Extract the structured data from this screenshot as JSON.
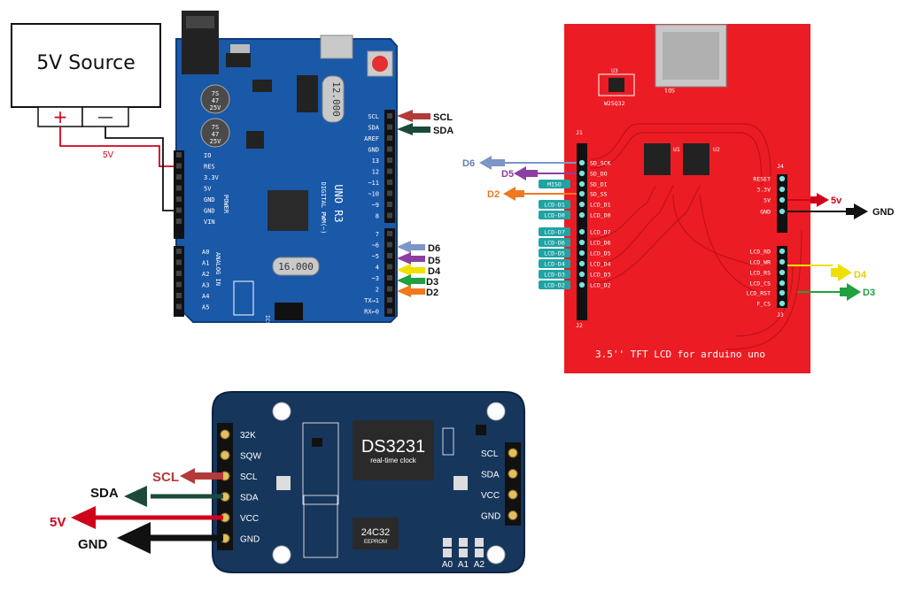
{
  "source": {
    "title": "5V Source",
    "plus": "+",
    "minus": "—",
    "wire_label": "5V"
  },
  "arduino": {
    "title": "UNO R3",
    "subtitle": "DIGITAL PWM(~)",
    "power_header_title": "POWER",
    "analog_header_title": "ANALOG IN",
    "power_pins": [
      "IO",
      "RES",
      "3.3V",
      "5V",
      "GND",
      "GND",
      "VIN"
    ],
    "analog_pins": [
      "A0",
      "A1",
      "A2",
      "A3",
      "A4",
      "A5"
    ],
    "top_pins": [
      "SCL",
      "SDA",
      "AREF",
      "GND",
      "13",
      "12",
      "~11",
      "~10",
      "~9",
      "8"
    ],
    "bottom_pins": [
      "7",
      "~6",
      "~5",
      "4",
      "~3",
      "2",
      "TX→1",
      "RX←0"
    ],
    "crystal": "16.000",
    "osc": "12.000",
    "caps": [
      "7S",
      "47",
      "25V"
    ],
    "icsp": "ICSP",
    "labels": {
      "scl": "SCL",
      "sda": "SDA",
      "d6": "D6",
      "d5": "D5",
      "d4": "D4",
      "d3": "D3",
      "d2": "D2"
    }
  },
  "lcd": {
    "caption": "3.5'' TFT LCD for arduino uno",
    "chip": "W25Q32",
    "chip_ref": "U3",
    "sd_label": "SD1",
    "ic_labels": [
      "U1",
      "U2"
    ],
    "header_j1": "J1",
    "header_j2": "J2",
    "header_j3": "J3",
    "header_j4": "J4",
    "left_pins": [
      "SD_SCK",
      "SD_DO",
      "SD_DI",
      "SD_SS",
      "LCD_D1",
      "LCD_D0",
      "LCD_D7",
      "LCD_D6",
      "LCD_D5",
      "LCD_D4",
      "LCD_D3",
      "LCD_D2"
    ],
    "left_tags": [
      "MISO",
      "LCD-D1",
      "LCD-D0",
      "LCD-D7",
      "LCD-D6",
      "LCD-D5",
      "LCD-D4",
      "LCD-D3",
      "LCD-D2"
    ],
    "right_top_pins": [
      "RESET",
      "3.3V",
      "5V",
      "GND"
    ],
    "right_bot_pins": [
      "LCD_RD",
      "LCD_WR",
      "LCD_RS",
      "LCD_CS",
      "LCD_RST",
      "F_CS"
    ],
    "labels": {
      "d6": "D6",
      "d5": "D5",
      "d2": "D2",
      "v5": "5v",
      "gnd": "GND",
      "d4": "D4",
      "d3": "D3"
    }
  },
  "rtc": {
    "chip": "DS3231",
    "chip_sub": "real-time clock",
    "eeprom": "24C32",
    "eeprom_sub": "EEPROM",
    "left_pins": [
      "32K",
      "SQW",
      "SCL",
      "SDA",
      "VCC",
      "GND"
    ],
    "right_pins": [
      "SCL",
      "SDA",
      "VCC",
      "GND"
    ],
    "addr_pins": [
      "A0",
      "A1",
      "A2"
    ],
    "labels": {
      "scl": "SCL",
      "sda": "SDA",
      "v5": "5V",
      "gnd": "GND"
    }
  },
  "colors": {
    "red": "#d0021b",
    "dark_red": "#b33a3a",
    "dark_green": "#1b4a3a",
    "black": "#111111",
    "blue_label": "#7b96c7",
    "purple": "#8b3fa0",
    "yellow": "#f0e000",
    "green": "#20a040",
    "orange": "#f07820",
    "arduino_blue": "#1a58a8",
    "lcd_red": "#ec1c24",
    "rtc_navy": "#16365c"
  }
}
